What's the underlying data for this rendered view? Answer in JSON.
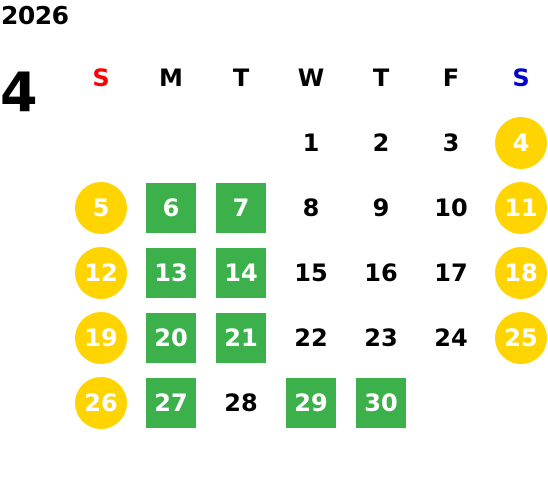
{
  "year": "2026",
  "month": "4",
  "colors": {
    "sunday_header": "#ff0000",
    "saturday_header": "#0000cc",
    "weekend_circle": "#ffd400",
    "highlight_square": "#3cb14b"
  },
  "weekdays": [
    "S",
    "M",
    "T",
    "W",
    "T",
    "F",
    "S"
  ],
  "weeks": [
    [
      null,
      null,
      null,
      {
        "day": "1",
        "style": "plain"
      },
      {
        "day": "2",
        "style": "plain"
      },
      {
        "day": "3",
        "style": "plain"
      },
      {
        "day": "4",
        "style": "weekend"
      }
    ],
    [
      {
        "day": "5",
        "style": "weekend"
      },
      {
        "day": "6",
        "style": "highlight"
      },
      {
        "day": "7",
        "style": "highlight"
      },
      {
        "day": "8",
        "style": "plain"
      },
      {
        "day": "9",
        "style": "plain"
      },
      {
        "day": "10",
        "style": "plain"
      },
      {
        "day": "11",
        "style": "weekend"
      }
    ],
    [
      {
        "day": "12",
        "style": "weekend"
      },
      {
        "day": "13",
        "style": "highlight"
      },
      {
        "day": "14",
        "style": "highlight"
      },
      {
        "day": "15",
        "style": "plain"
      },
      {
        "day": "16",
        "style": "plain"
      },
      {
        "day": "17",
        "style": "plain"
      },
      {
        "day": "18",
        "style": "weekend"
      }
    ],
    [
      {
        "day": "19",
        "style": "weekend"
      },
      {
        "day": "20",
        "style": "highlight"
      },
      {
        "day": "21",
        "style": "highlight"
      },
      {
        "day": "22",
        "style": "plain"
      },
      {
        "day": "23",
        "style": "plain"
      },
      {
        "day": "24",
        "style": "plain"
      },
      {
        "day": "25",
        "style": "weekend"
      }
    ],
    [
      {
        "day": "26",
        "style": "weekend"
      },
      {
        "day": "27",
        "style": "highlight"
      },
      {
        "day": "28",
        "style": "plain"
      },
      {
        "day": "29",
        "style": "highlight"
      },
      {
        "day": "30",
        "style": "highlight"
      },
      null,
      null
    ]
  ]
}
